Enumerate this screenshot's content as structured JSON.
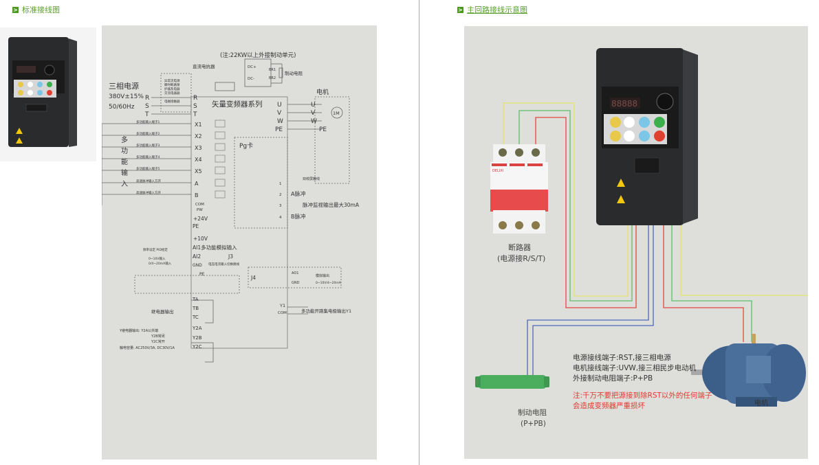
{
  "left_section": {
    "title": "标准接线图",
    "product_image": "vfd-inverter-photo",
    "diagram": {
      "note_top": "(注:22KW以上外接制动单元)",
      "dc_reactor": "直流电抗器",
      "dc_plus": "DC+",
      "dc_minus": "DC-",
      "br1": "BR1",
      "br2": "BR2",
      "brake_resistor": "制动电阻",
      "power_title": "三相电源",
      "power_voltage": "380V±15%",
      "power_freq": "50/60Hz",
      "power_phases": [
        "R",
        "S",
        "T"
      ],
      "breaker_box_lines": [
        "异常流电源",
        "瞬时断路保",
        "护器及电器",
        "交流电器器"
      ],
      "contactor": "电磁接触器",
      "inverter_title": "矢量变频器系列",
      "output_terminals": [
        "U",
        "V",
        "W",
        "PE"
      ],
      "motor_label": "电机",
      "motor_symbol": "1M",
      "multi_input_label": "多功能输入",
      "input_terminals": [
        "X1",
        "X2",
        "X3",
        "X4",
        "X5",
        "A",
        "B",
        "COM",
        "PW"
      ],
      "input_line_labels": [
        "多功能输入端子1",
        "多功能输入端子2",
        "多功能输入端子3",
        "多功能输入端子4",
        "多功能输入端子5",
        "高速脉冲输入方开",
        "高速脉冲输入方开"
      ],
      "pg_card": "Pg卡",
      "shielded_cable": "双绞屏蔽线",
      "pg_terminals": [
        "1",
        "2",
        "3",
        "4"
      ],
      "a_pulse": "A脉冲",
      "b_pulse": "B脉冲",
      "pulse_monitor": "脉冲监视输出最大30mA",
      "power_terminals": [
        "+24V",
        "PE",
        "+10V"
      ],
      "ai1_label": "AI1多功能模拟输入",
      "ai2_label": "AI2",
      "gnd_label": "GND",
      "pe_label": "PE",
      "freq_setting": "频率设定 PID给定",
      "ai_ranges": [
        "0~10V输入",
        "0/4~20mA输入"
      ],
      "j3_label": "J3",
      "j3_desc": "电压电流输入切换跳线",
      "j4_label": "J4",
      "ao1": "AO1",
      "ao_gnd": "GND",
      "analog_out": "模拟输出",
      "analog_range": "0~10V/4~20mA",
      "relay_out_label": "继电器输出",
      "relay_terminals": [
        "TA",
        "TB",
        "TC"
      ],
      "y1": "Y1",
      "com": "COM",
      "y1_desc": "多功能开路集电极输出Y1",
      "y_relay_terminals": [
        "Y2A",
        "Y2B",
        "Y2C"
      ],
      "y_relay_notes": [
        "Y继电器输出: Y2A公共端",
        "Y2B常闭",
        "Y2C常开",
        "触电容量: AC250V/3A, DC30V/1A"
      ]
    }
  },
  "right_section": {
    "title": "主回路接线示意图",
    "breaker_label": "断路器",
    "breaker_sub": "(电源接R/S/T)",
    "breaker_brand": "DELIXI",
    "resistor_label": "制动电阻",
    "resistor_sub": "(P+PB)",
    "motor_label": "电机",
    "info_lines": [
      "电源接线端子:RST,接三相电源",
      "电机接线端子:UVW,接三相民步电动机",
      "外接制动电阻端子:P+PB"
    ],
    "warning_lines": [
      "注:千万不要把源接到除RST以外的任何端子",
      "会造成变频器严重损坏"
    ],
    "wire_colors": {
      "yellow": "#e4e46a",
      "green": "#5fbf6a",
      "red": "#e2483e",
      "blue": "#4a6ac0"
    },
    "warning_color": "#e03a2f"
  },
  "colors": {
    "accent": "#5aa02c",
    "panel": "#dededb"
  }
}
